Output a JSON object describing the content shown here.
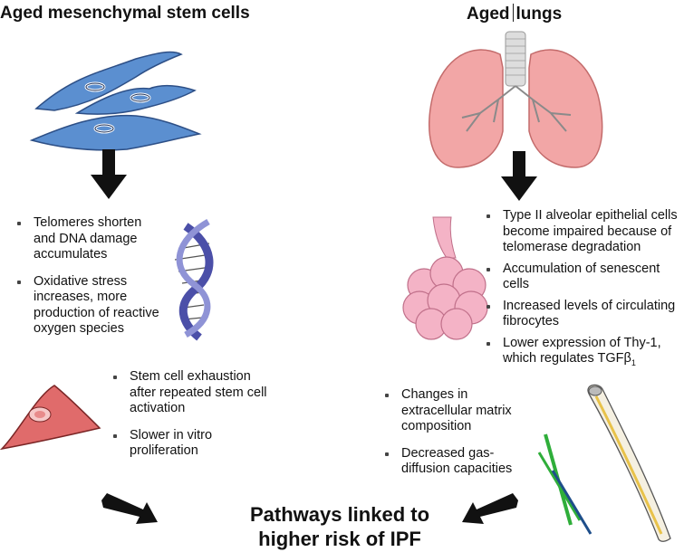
{
  "left": {
    "title": "Aged mesenchymal stem cells",
    "bullets_a": [
      "Telomeres shorten and DNA damage accumulates",
      "Oxidative stress increases, more production of reactive oxygen species"
    ],
    "bullets_b": [
      "Stem cell exhaustion after repeated stem cell activation",
      "Slower in vitro proliferation"
    ]
  },
  "right": {
    "title_part1": "Aged",
    "title_part2": "lungs",
    "bullets_a": [
      "Type II alveolar epithelial cells become impaired because of telomerase degradation",
      "Accumulation of senescent cells",
      "Increased levels of circulating fibrocytes",
      "Lower expression of Thy-1, which regulates TGFβ",
      "Changes in extracellular matrix composition",
      "Decreased gas-diffusion capacities"
    ],
    "tgf_subscript": "1"
  },
  "center": {
    "pathways_line1": "Pathways linked to",
    "pathways_line2": "higher risk of IPF"
  },
  "colors": {
    "cell_blue": "#5b8fd0",
    "cell_red": "#e06b6b",
    "lung_pink": "#f2a6a6",
    "alveoli_pink": "#f4b3c6",
    "dna_purple": "#4b4fa8",
    "arrow": "#111111"
  }
}
